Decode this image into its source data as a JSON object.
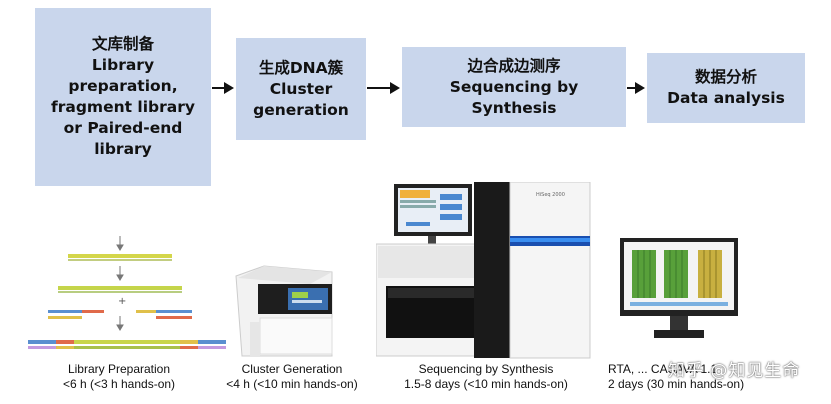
{
  "steps": [
    {
      "cn": "文库制备",
      "en": "Library\npreparation,\nfragment library\nor Paired-end\nlibrary"
    },
    {
      "cn": "生成DNA簇",
      "en": "Cluster\ngeneration"
    },
    {
      "cn": "边合成边测序",
      "en": "Sequencing by\nSynthesis"
    },
    {
      "cn": "数据分析",
      "en": "Data analysis"
    }
  ],
  "captions": [
    {
      "title": "Library Preparation",
      "time": "<6 h (<3 h hands-on)"
    },
    {
      "title": "Cluster Generation",
      "time": "<4 h (<10 min hands-on)"
    },
    {
      "title": "Sequencing by Synthesis",
      "time": "1.5-8 days (<10 min hands-on)"
    },
    {
      "title": "RTA, ... CASAVA 1.1",
      "time": "2 days (30 min hands-on)"
    }
  ],
  "watermark": "知乎 @知见生命",
  "colors": {
    "box": "#c9d6ec",
    "arrow": "#111111"
  }
}
